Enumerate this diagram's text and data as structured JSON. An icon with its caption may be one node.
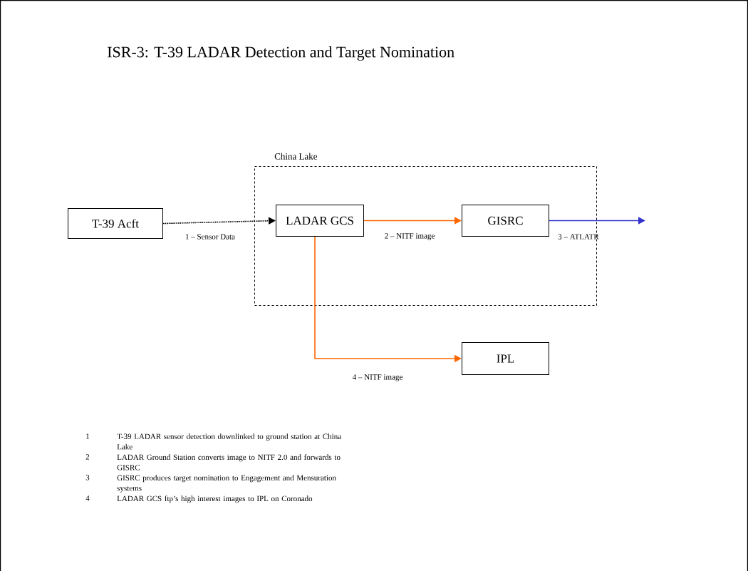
{
  "diagram": {
    "title": "ISR-3: T-39 LADAR Detection and Target Nomination",
    "nodes": [
      {
        "text": [
          "China Lake"
        ]
      },
      {
        "text": [
          "T-39 Acft"
        ]
      },
      {
        "text": [
          "LADAR GCS"
        ],
        "in": 0
      },
      {
        "text": [
          "GISRC"
        ],
        "in": 0
      },
      {
        "text": [
          "IPL"
        ]
      }
    ],
    "edges": [
      {
        "from": 1,
        "to": 2,
        "arrow": "to",
        "label": "1 – Sensor Data",
        "style": "dashed",
        "color": "#000000"
      },
      {
        "from": 2,
        "to": 3,
        "arrow": "to",
        "label": "2 – NITF image",
        "color": "#ff6600"
      },
      {
        "from": 3,
        "to": null,
        "arrow": "to",
        "label": "3 – ATLATR",
        "color": "#3333cc"
      },
      {
        "from": 2,
        "to": 4,
        "arrow": "to",
        "label": "4 – NITF image",
        "color": "#ff6600"
      }
    ],
    "labels": [
      "1",
      "T-39 LADAR sensor detection downlinked to ground station at China Lake",
      "2",
      "LADAR Ground Station converts image to NITF 2.0 and forwards to GISRC",
      "3",
      "GISRC produces target nomination to Engagement and Mensuration systems",
      "4",
      "LADAR GCS ftp’s high interest images to IPL on Coronado"
    ]
  }
}
